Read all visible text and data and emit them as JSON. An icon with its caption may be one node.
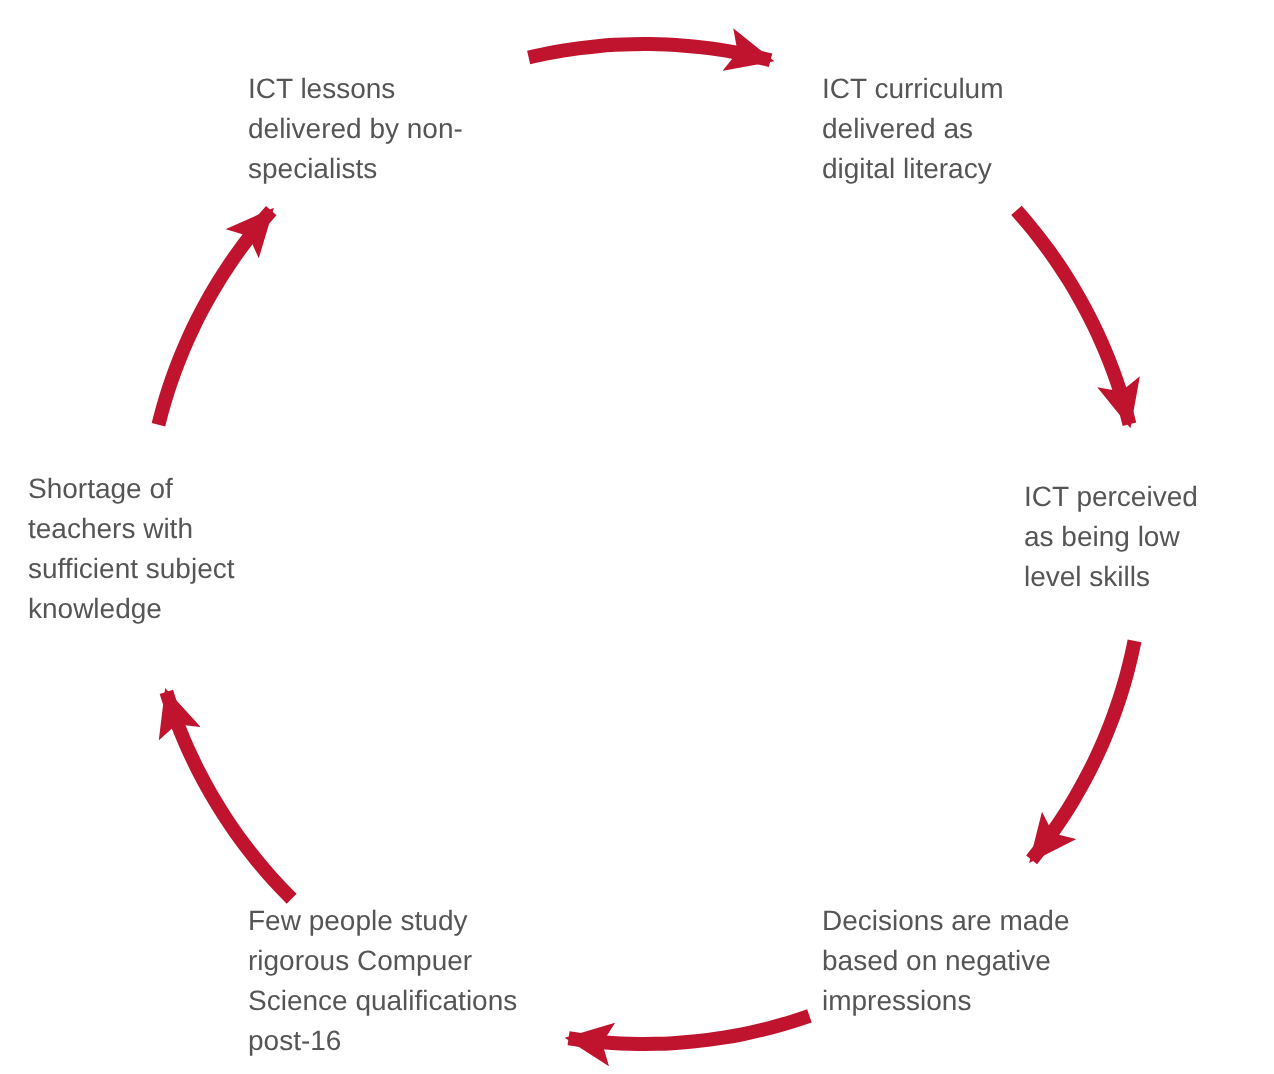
{
  "diagram": {
    "nodes": [
      {
        "text": [
          "ICT lessons delivered by non-specialists"
        ]
      },
      {
        "text": [
          "ICT curriculum delivered as digital literacy"
        ]
      },
      {
        "text": [
          "ICT perceived as being low level skills"
        ]
      },
      {
        "text": [
          "Decisions are made based on negative impressions"
        ]
      },
      {
        "text": [
          "Few people study rigorous Compuer Science qualifications post-16"
        ]
      },
      {
        "text": [
          "Shortage of teachers with sufficient subject knowledge"
        ]
      }
    ],
    "edges": [
      {
        "from": 0,
        "to": 1,
        "arrow": "to"
      },
      {
        "from": 1,
        "to": 2,
        "arrow": "to"
      },
      {
        "from": 2,
        "to": 3,
        "arrow": "to"
      },
      {
        "from": 3,
        "to": 4,
        "arrow": "to"
      },
      {
        "from": 4,
        "to": 5,
        "arrow": "to"
      },
      {
        "from": 5,
        "to": 0,
        "arrow": "to"
      }
    ]
  }
}
